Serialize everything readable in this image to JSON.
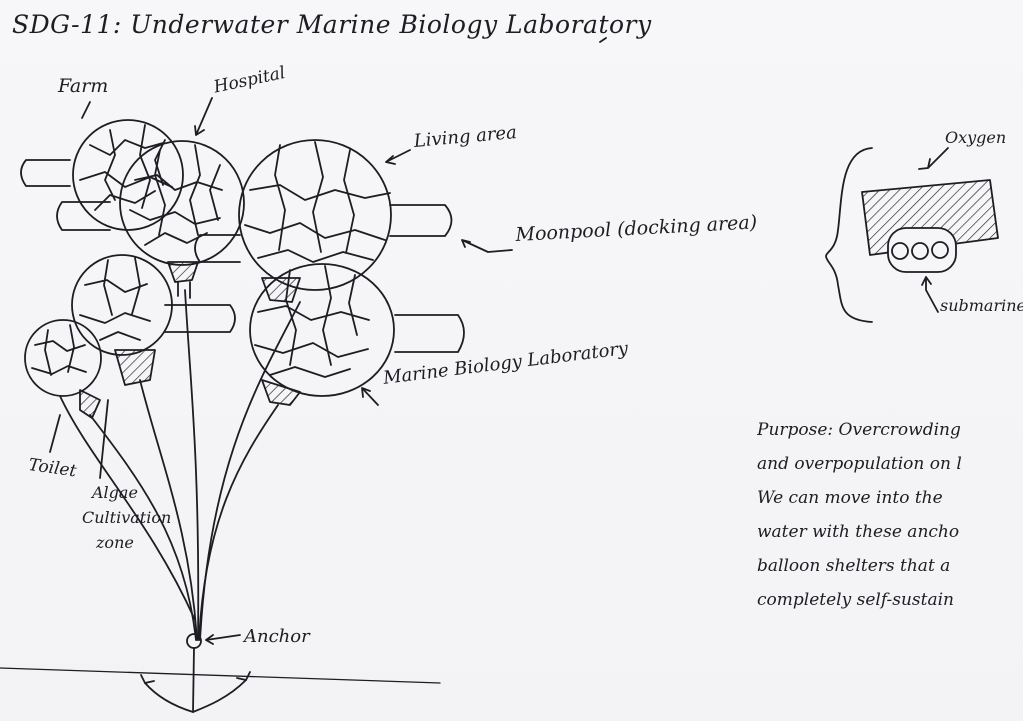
{
  "title": "SDG-11: Underwater Marine Biology Laboratory",
  "labels": {
    "farm": "Farm",
    "hospital": "Hospital",
    "living_area": "Living area",
    "moonpool": "Moonpool (docking area)",
    "marine_lab": "Marine Biology Laboratory",
    "toilet": "Toilet",
    "algae": [
      "Algae",
      "Cultivation",
      "zone"
    ],
    "anchor": "Anchor",
    "oxygen": "Oxygen",
    "submarine": "submarine"
  },
  "purpose": {
    "lines": [
      "Purpose: Overcrowding",
      "and overpopulation on l",
      "We can move into the",
      "water with these ancho",
      "balloon shelters that a",
      "completely self-sustain"
    ]
  },
  "colors": {
    "ink": "#1d1d22",
    "paper": "#f6f6f8"
  }
}
